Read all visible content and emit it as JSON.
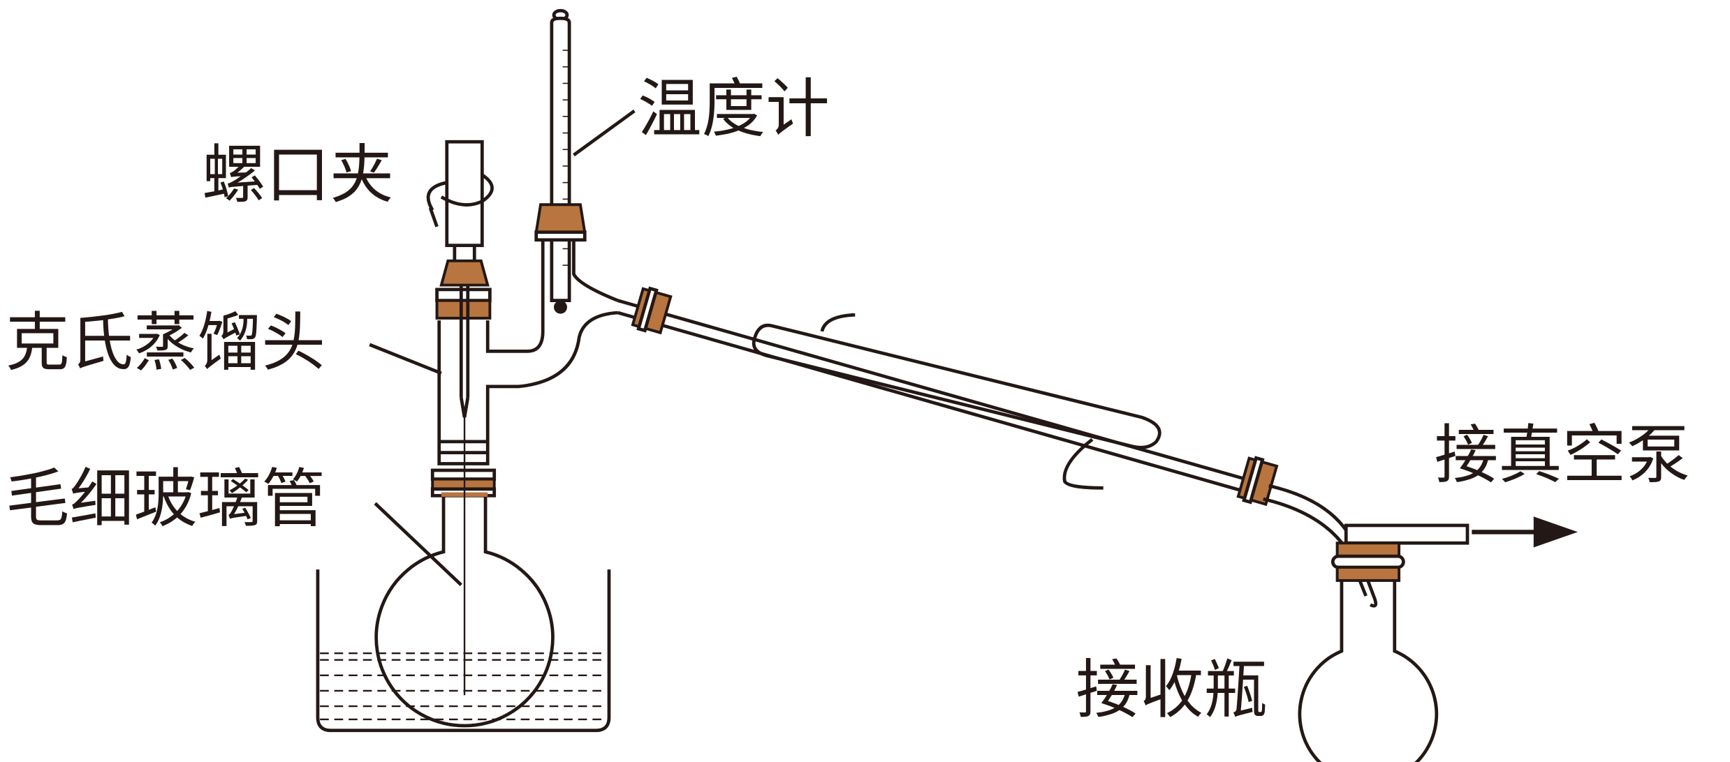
{
  "title": "减压蒸馏装置",
  "labels": {
    "thermometer": "温度计",
    "screw_clamp": "螺口夹",
    "claisen_head": "克氏蒸馏头",
    "capillary_tube": "毛细玻璃管",
    "to_vacuum_pump": "接真空泵",
    "receiver_flask": "接收瓶"
  },
  "colors": {
    "stopper": "#b8753f",
    "line": "#231815"
  }
}
